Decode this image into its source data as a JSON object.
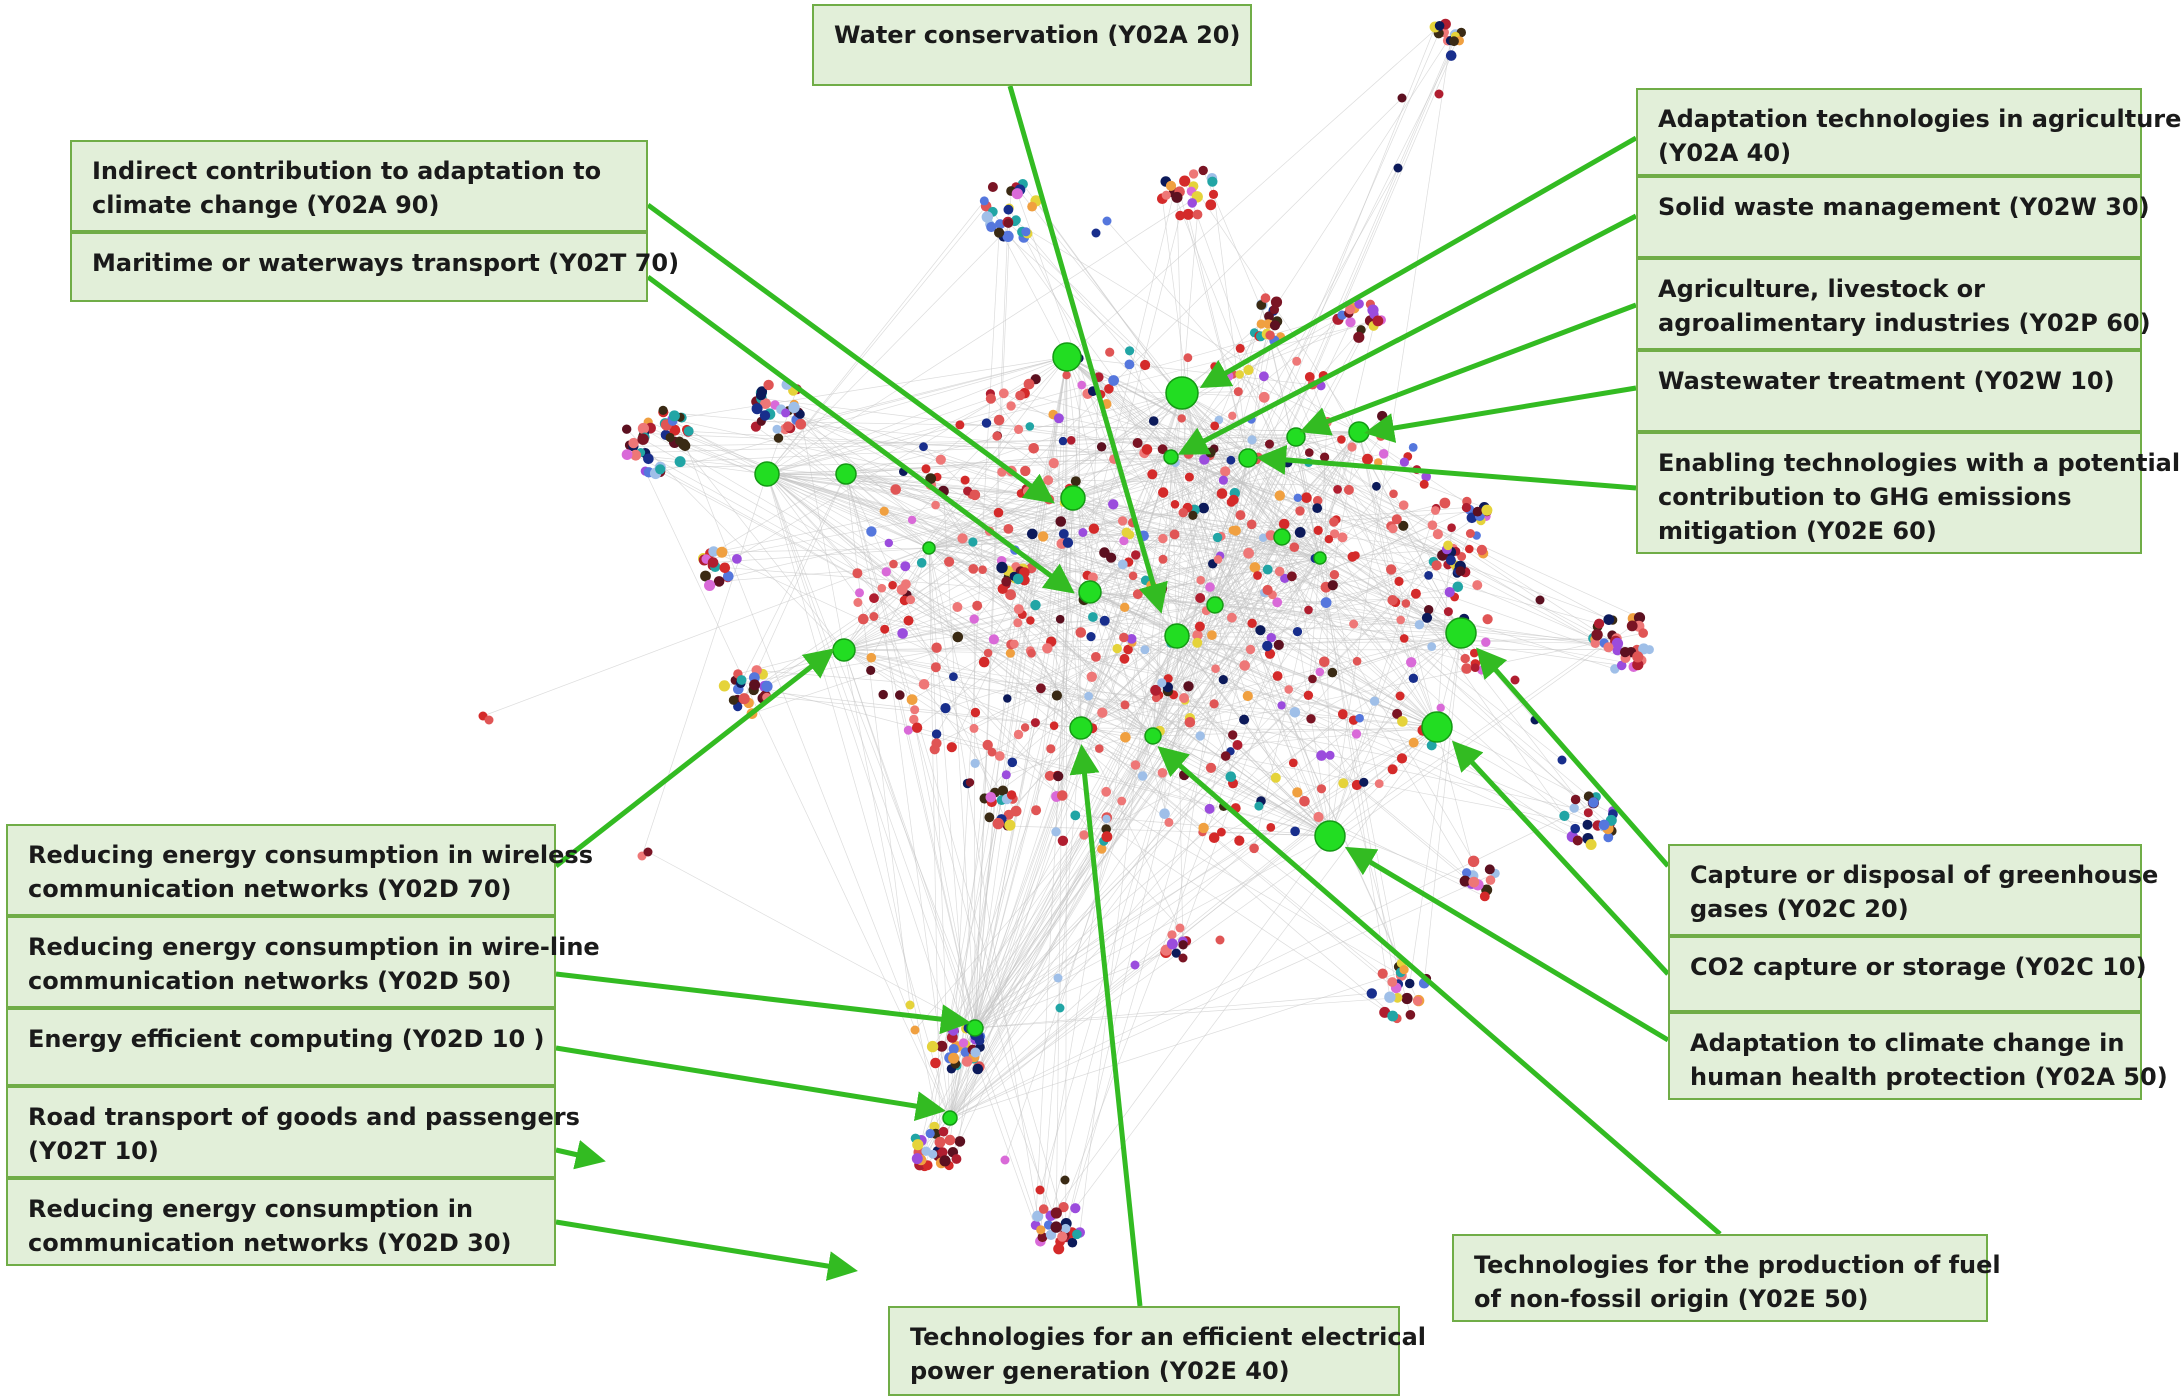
{
  "diagram": {
    "colors": {
      "hub": "#22dd22",
      "hub_stroke": "#149914",
      "arrow": "#33bb22",
      "edge": "#c4c4c4",
      "label_fill": "#e2efd9",
      "label_border": "#70ad47",
      "node_palette": [
        "#d42a2a",
        "#e05555",
        "#ee7777",
        "#7a1424",
        "#5c1020",
        "#b01e30",
        "#0c1a5a",
        "#182e8c",
        "#5577dd",
        "#9fbfe8",
        "#21a5a5",
        "#9b4cdd",
        "#d96ad8",
        "#e5d33a",
        "#f0a040",
        "#3a2a14",
        "#33cc33"
      ]
    },
    "labels": [
      {
        "id": "y02a20",
        "lines": [
          "Water conservation (Y02A 20)"
        ]
      },
      {
        "id": "y02a90",
        "lines": [
          "Indirect contribution to adaptation to",
          "climate change (Y02A 90)"
        ]
      },
      {
        "id": "y02t70",
        "lines": [
          "Maritime or waterways transport  (Y02T 70)"
        ]
      },
      {
        "id": "y02a40",
        "lines": [
          "Adaptation technologies in agriculture",
          "(Y02A 40)"
        ]
      },
      {
        "id": "y02w30",
        "lines": [
          "Solid waste management (Y02W  30)"
        ]
      },
      {
        "id": "y02p60",
        "lines": [
          "Agriculture, livestock or",
          "agroalimentary industries  (Y02P  60)"
        ]
      },
      {
        "id": "y02w10",
        "lines": [
          "Wastewater treatment (Y02W  10)"
        ]
      },
      {
        "id": "y02e60",
        "lines": [
          "Enabling technologies with a potential",
          "contribution to GHG emissions",
          "mitigation (Y02E  60)"
        ]
      },
      {
        "id": "y02d70",
        "lines": [
          "Reducing energy consumption in wireless",
          "communication networks (Y02D 70)"
        ]
      },
      {
        "id": "y02d50",
        "lines": [
          "Reducing energy consumption in wire-line",
          "communication networks (Y02D  50)"
        ]
      },
      {
        "id": "y02d10",
        "lines": [
          "Energy efficient computing (Y02D  10 )"
        ]
      },
      {
        "id": "y02t10",
        "lines": [
          "Road transport of goods and passengers",
          "(Y02T  10)"
        ]
      },
      {
        "id": "y02d30",
        "lines": [
          "Reducing energy consumption in",
          "communication networks (Y02D  30)"
        ]
      },
      {
        "id": "y02c20",
        "lines": [
          "Capture or disposal of greenhouse",
          "gases (Y02C  20)"
        ]
      },
      {
        "id": "y02c10",
        "lines": [
          "CO2 capture or storage (Y02C 10)"
        ]
      },
      {
        "id": "y02a50",
        "lines": [
          "Adaptation to climate change in",
          "human health protection (Y02A  50)"
        ]
      },
      {
        "id": "y02e50",
        "lines": [
          "Technologies for the production of fuel",
          "of non-fossil origin (Y02E  50)"
        ]
      },
      {
        "id": "y02e40",
        "lines": [
          "Technologies for an efficient electrical",
          "power generation (Y02E 40)"
        ]
      }
    ]
  }
}
